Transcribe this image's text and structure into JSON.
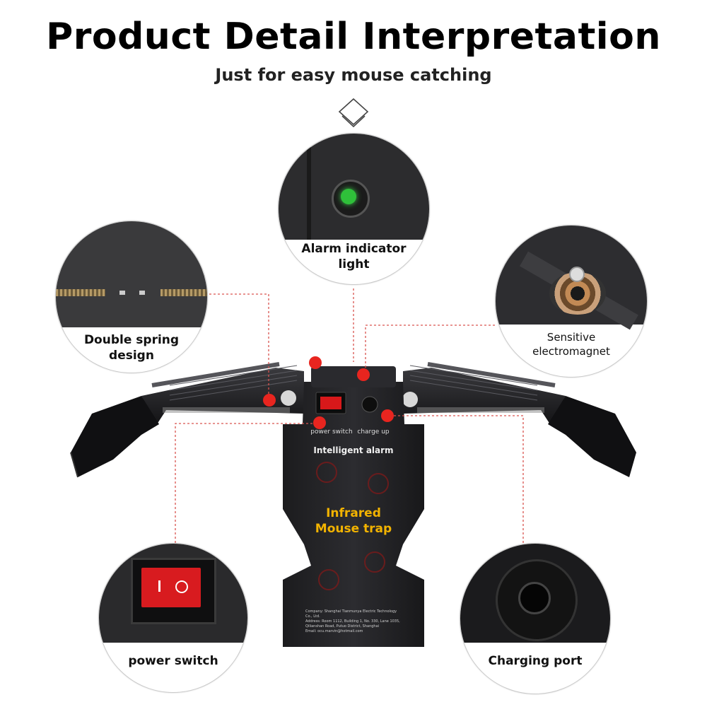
{
  "header": {
    "title": "Product Detail Interpretation",
    "subtitle": "Just for easy mouse catching"
  },
  "callouts": {
    "alarm_light": "Alarm indicator light",
    "double_spring": "Double spring design",
    "electromagnet": "Sensitive electromagnet",
    "power_switch": "power switch",
    "charging_port": "Charging port"
  },
  "product": {
    "switch_label": "power switch",
    "charge_label": "charge up",
    "alarm_text": "Intelligent alarm",
    "name_line1": "Infrared",
    "name_line2": "Mouse trap",
    "company": "Company: Shanghai Tianmunya Electric Technology Co., Ltd.",
    "address": "Address: Room 1112, Building 1, No. 330, Lane 1035, Qilianshan Road, Putuo District, Shanghai",
    "email": "Email: ocu.marvin@hotmail.com"
  },
  "colors": {
    "marker": "#e8251f",
    "accent_text": "#f2b300",
    "leader": "#d9534f"
  }
}
